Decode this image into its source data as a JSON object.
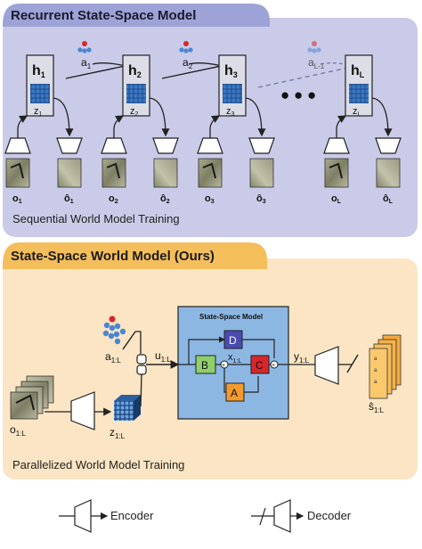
{
  "top_panel": {
    "title": "Recurrent State-Space Model",
    "caption": "Sequential World Model Training",
    "steps": [
      {
        "h": "h",
        "h_sub": "1",
        "z": "z",
        "z_sub": "1",
        "action": "a",
        "action_sub": "1",
        "o": "o",
        "o_sub": "1",
        "ohat": "ô",
        "ohat_sub": "1"
      },
      {
        "h": "h",
        "h_sub": "2",
        "z": "z",
        "z_sub": "2",
        "action": "a",
        "action_sub": "2",
        "o": "o",
        "o_sub": "2",
        "ohat": "ô",
        "ohat_sub": "2"
      },
      {
        "h": "h",
        "h_sub": "3",
        "z": "z",
        "z_sub": "3",
        "action": "a",
        "action_sub": "L-1",
        "o": "o",
        "o_sub": "3",
        "ohat": "ô",
        "ohat_sub": "3"
      },
      {
        "h": "h",
        "h_sub": "L",
        "z": "z",
        "z_sub": "L",
        "o": "o",
        "o_sub": "L",
        "ohat": "ô",
        "ohat_sub": "L"
      }
    ],
    "ellipsis": "● ● ●"
  },
  "bottom_panel": {
    "title": "State-Space World Model (Ours)",
    "caption": "Parallelized World Model Training",
    "ssm_title": "State-Space Model",
    "blocks": {
      "A": "A",
      "B": "B",
      "C": "C",
      "D": "D"
    },
    "labels": {
      "a_seq": "a",
      "a_seq_sub": "1:L",
      "o_seq": "o",
      "o_seq_sub": "1:L",
      "z_seq": "z",
      "z_seq_sub": "1:L",
      "u_seq": "u",
      "u_seq_sub": "1:L",
      "x_seq": "x",
      "x_seq_sub": "1:L",
      "y_seq": "y",
      "y_seq_sub": "1:L",
      "s_seq": "ŝ",
      "s_seq_sub": "1:L"
    },
    "stack_labels": [
      "a",
      "a",
      "a"
    ]
  },
  "legend": {
    "encoder": "Encoder",
    "decoder": "Decoder"
  },
  "colors": {
    "top_bg": "#c9cbe8",
    "top_title_bg": "#9da3d6",
    "bottom_bg": "#fbe5c4",
    "bottom_title_bg": "#f4be5c",
    "ssm_box": "#8cb7e3",
    "block_A": "#f29a2e",
    "block_B": "#8fcf6a",
    "block_C": "#d7262c",
    "block_D": "#4a4ab0",
    "latent_grid": "#1f4e8c"
  }
}
